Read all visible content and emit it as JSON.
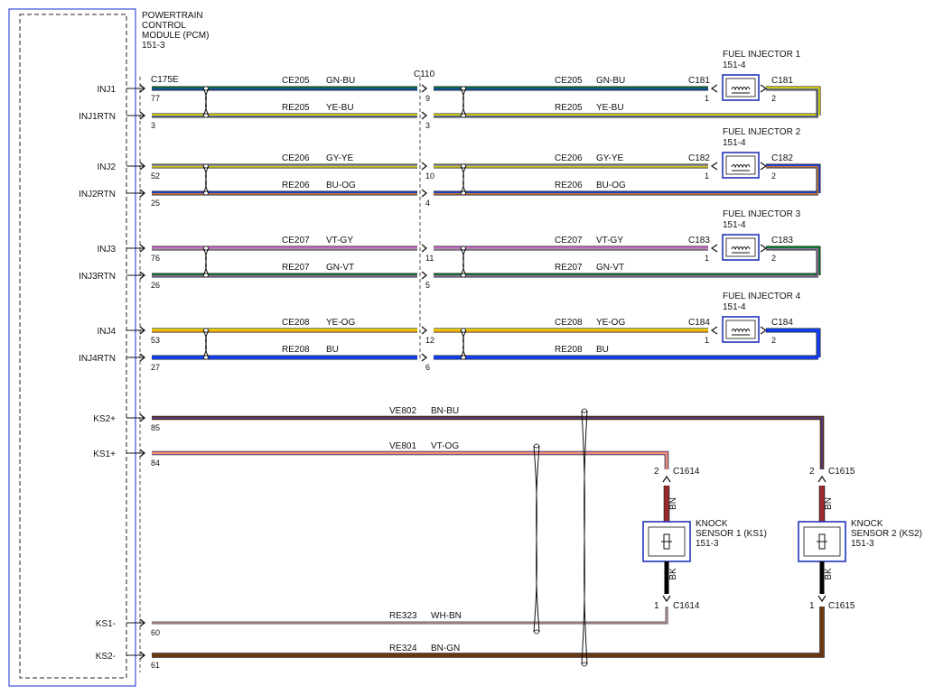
{
  "pcm": {
    "title_lines": [
      "POWERTRAIN",
      "CONTROL",
      "MODULE (PCM)",
      "151-3"
    ],
    "connector_inj": "C175E",
    "pins": [
      {
        "label": "INJ1",
        "pin": "77"
      },
      {
        "label": "INJ1RTN",
        "pin": "3"
      },
      {
        "label": "INJ2",
        "pin": "52"
      },
      {
        "label": "INJ2RTN",
        "pin": "25"
      },
      {
        "label": "INJ3",
        "pin": "76"
      },
      {
        "label": "INJ3RTN",
        "pin": "26"
      },
      {
        "label": "INJ4",
        "pin": "53"
      },
      {
        "label": "INJ4RTN",
        "pin": "27"
      },
      {
        "label": "KS2+",
        "pin": "85"
      },
      {
        "label": "KS1+",
        "pin": "84"
      },
      {
        "label": "KS1-",
        "pin": "60"
      },
      {
        "label": "KS2-",
        "pin": "61"
      }
    ]
  },
  "inline_connector": {
    "name": "C110",
    "pins": [
      "9",
      "3",
      "10",
      "4",
      "11",
      "5",
      "12",
      "6"
    ]
  },
  "injector_wires": [
    {
      "circuit": "CE205",
      "color_code": "GN-BU",
      "colors": [
        "#0a6e3c",
        "#1f3fd0"
      ]
    },
    {
      "circuit": "RE205",
      "color_code": "YE-BU",
      "colors": [
        "#e8e000",
        "#1f3fd0"
      ]
    },
    {
      "circuit": "CE206",
      "color_code": "GY-YE",
      "colors": [
        "#8a8a8a",
        "#e8e000"
      ]
    },
    {
      "circuit": "RE206",
      "color_code": "BU-OG",
      "colors": [
        "#1f3fd0",
        "#ff8c00"
      ]
    },
    {
      "circuit": "CE207",
      "color_code": "VT-GY",
      "colors": [
        "#cc66cc",
        "#9a9a9a"
      ]
    },
    {
      "circuit": "RE207",
      "color_code": "GN-VT",
      "colors": [
        "#0a7a2a",
        "#cc66cc"
      ]
    },
    {
      "circuit": "CE208",
      "color_code": "YE-OG",
      "colors": [
        "#f0e000",
        "#ff8c00"
      ]
    },
    {
      "circuit": "RE208",
      "color_code": "BU",
      "colors": [
        "#1040ff",
        "#1040ff"
      ]
    }
  ],
  "injectors": [
    {
      "title": "FUEL INJECTOR 1",
      "ref": "151-4",
      "conn": "C181",
      "pin_a": "1",
      "pin_b": "2"
    },
    {
      "title": "FUEL INJECTOR 2",
      "ref": "151-4",
      "conn": "C182",
      "pin_a": "1",
      "pin_b": "2"
    },
    {
      "title": "FUEL INJECTOR 3",
      "ref": "151-4",
      "conn": "C183",
      "pin_a": "1",
      "pin_b": "2"
    },
    {
      "title": "FUEL INJECTOR 4",
      "ref": "151-4",
      "conn": "C184",
      "pin_a": "1",
      "pin_b": "2"
    }
  ],
  "knock_wires": [
    {
      "circuit": "VE802",
      "color_code": "BN-BU",
      "colors": [
        "#7a3e10",
        "#3030d0"
      ]
    },
    {
      "circuit": "VE801",
      "color_code": "VT-OG",
      "colors": [
        "#e080e0",
        "#ffa500"
      ]
    },
    {
      "circuit": "RE323",
      "color_code": "WH-BN",
      "colors": [
        "#ffffff",
        "#a0522d"
      ]
    },
    {
      "circuit": "RE324",
      "color_code": "BN-GN",
      "colors": [
        "#7a3a12",
        "#5a3a12"
      ]
    }
  ],
  "knock_sensors": [
    {
      "title_lines": [
        "KNOCK",
        "SENSOR 1 (KS1)",
        "151-3"
      ],
      "conn": "C1614",
      "pin_top": "2",
      "pin_bottom": "1",
      "wire_top": "BN",
      "wire_bottom": "BK"
    },
    {
      "title_lines": [
        "KNOCK",
        "SENSOR 2 (KS2)",
        "151-3"
      ],
      "conn": "C1615",
      "pin_top": "2",
      "pin_bottom": "1",
      "wire_top": "BN",
      "wire_bottom": "BK"
    }
  ]
}
